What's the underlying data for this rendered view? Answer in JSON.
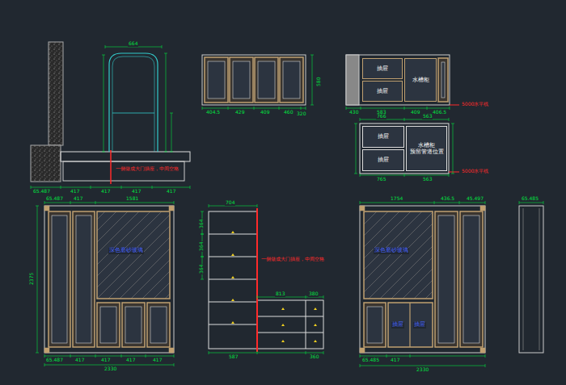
{
  "diagram": {
    "nodes": [
      {
        "text": [
          "抽屉"
        ]
      },
      {
        "text": [
          "抽屉"
        ]
      },
      {
        "text": [
          "水槽柜"
        ]
      },
      {
        "text": [
          "抽屉"
        ]
      },
      {
        "text": [
          "抽屉"
        ]
      },
      {
        "text": [
          "水槽柜",
          "预留管道位置"
        ]
      }
    ],
    "labels": [
      "664",
      "一侧做成大门插座，中间空格",
      "65.487",
      "417",
      "417",
      "417",
      "417",
      "404.5",
      "429",
      "409",
      "460",
      "320",
      "580",
      "430",
      "583",
      "409",
      "406.5",
      "5000水平线",
      "766",
      "563",
      "5000水平线",
      "765",
      "563",
      "65.487",
      "417",
      "1581",
      "深色磨砂玻璃",
      "2375",
      "65.487",
      "417",
      "417",
      "417",
      "417",
      "2330",
      "704",
      "一侧做成大门插座，中间空格",
      "813",
      "380",
      "587",
      "360",
      "364",
      "364",
      "364",
      "1754",
      "436.5",
      "45.497",
      "深色磨砂玻璃",
      "抽屉",
      "抽屉",
      "65.485",
      "417",
      "2330",
      "65.485"
    ]
  }
}
